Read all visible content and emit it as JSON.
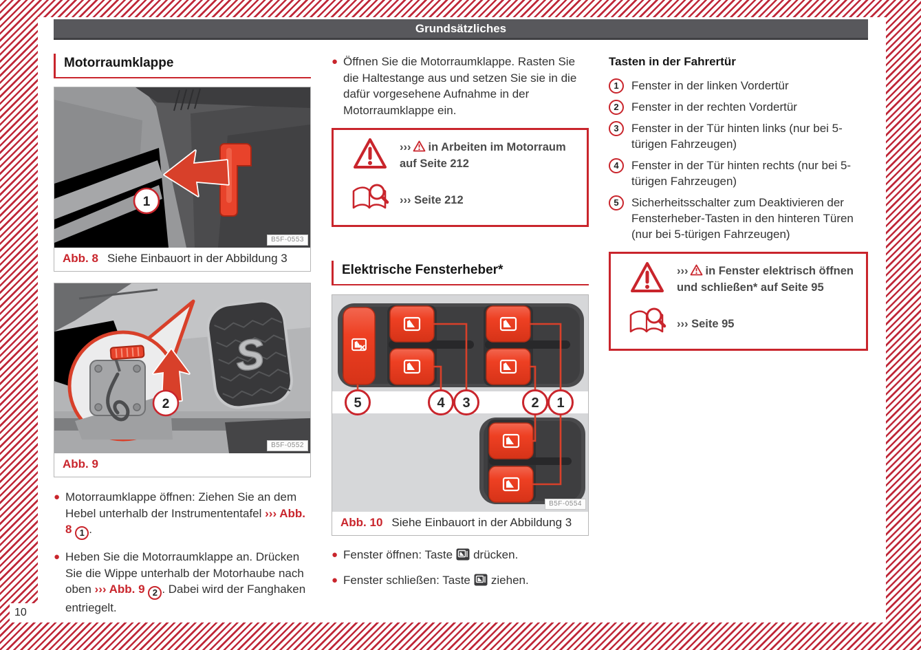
{
  "glyphs": {
    "bullet": "●",
    "arrows": "›››"
  },
  "page": {
    "header_title": "Grundsätzliches",
    "page_number": "10"
  },
  "left": {
    "title": "Motorraumklappe",
    "fig8": {
      "label": "Abb. 8",
      "caption": "Siehe Einbauort in der Abbildung 3",
      "watermark": "B5F-0553",
      "callout": "1"
    },
    "fig9": {
      "label": "Abb. 9",
      "caption": "",
      "watermark": "B5F-0552",
      "callout": "2"
    },
    "bullet1": {
      "text": "Motorraumklappe öffnen: Ziehen Sie an dem Hebel unterhalb der Instrumententafel ",
      "ref": "››› Abb. 8",
      "callout": "1",
      "tail": "."
    },
    "bullet2": {
      "text": "Heben Sie die Motorraumklappe an. Drücken Sie die Wippe unterhalb der Motorhaube nach oben ",
      "ref": "››› Abb. 9",
      "callout": "2",
      "tail": ". Dabei wird der Fanghaken entriegelt."
    }
  },
  "middle": {
    "bullet_top": "Öffnen Sie die Motorraumklappe. Rasten Sie die Haltestange aus und setzen Sie sie in die dafür vorgesehene Aufnahme in der Motorraumklappe ein.",
    "warning": {
      "arrows": "›››",
      "text": "in Arbeiten im Motorraum auf Seite 212",
      "book_ref": "››› Seite 212"
    },
    "title": "Elektrische Fensterheber*",
    "fig10": {
      "label": "Abb. 10",
      "caption": "Siehe Einbauort in der Abbildung 3",
      "watermark": "B5F-0554",
      "callouts": [
        "5",
        "4",
        "3",
        "2",
        "1"
      ]
    },
    "bullet_open": {
      "pre": "Fenster öffnen: Taste",
      "post": "drücken."
    },
    "bullet_close": {
      "pre": "Fenster schließen: Taste",
      "post": "ziehen."
    }
  },
  "right": {
    "title": "Tasten in der Fahrertür",
    "items": [
      {
        "num": "1",
        "text": "Fenster in der linken Vordertür"
      },
      {
        "num": "2",
        "text": "Fenster in der rechten Vordertür"
      },
      {
        "num": "3",
        "text": "Fenster in der Tür hinten links (nur bei 5-türigen Fahrzeugen)"
      },
      {
        "num": "4",
        "text": "Fenster in der Tür hinten rechts (nur bei 5-türigen Fahrzeugen)"
      },
      {
        "num": "5",
        "text": "Sicherheitsschalter zum Deaktivieren der Fensterheber-Tasten in den hinteren Türen (nur bei 5-türigen Fahrzeugen)"
      }
    ],
    "warning": {
      "arrows": "›››",
      "text": "in Fenster elektrisch öffnen und schließen* auf Seite 95",
      "book_ref": "››› Seite 95"
    }
  },
  "colors": {
    "accent_red": "#c9252c",
    "header_gray": "#58585c",
    "button_red": "#ee4023"
  }
}
